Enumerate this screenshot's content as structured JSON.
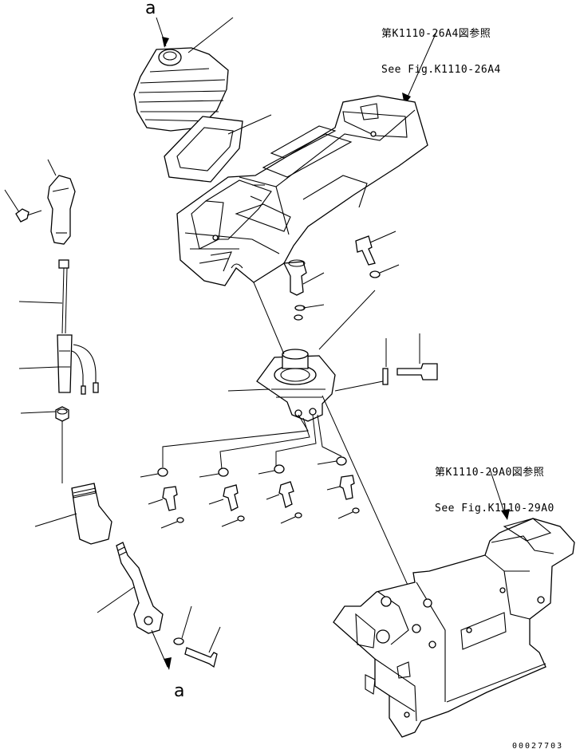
{
  "ref_top": {
    "line1": "第K1110-26A4図参照",
    "line2": "See Fig.K1110-26A4"
  },
  "ref_right": {
    "line1": "第K1110-29A0図参照",
    "line2": "See Fig.K1110-29A0"
  },
  "mark_top": "a",
  "mark_bottom": "a",
  "doc_number": "00027703"
}
